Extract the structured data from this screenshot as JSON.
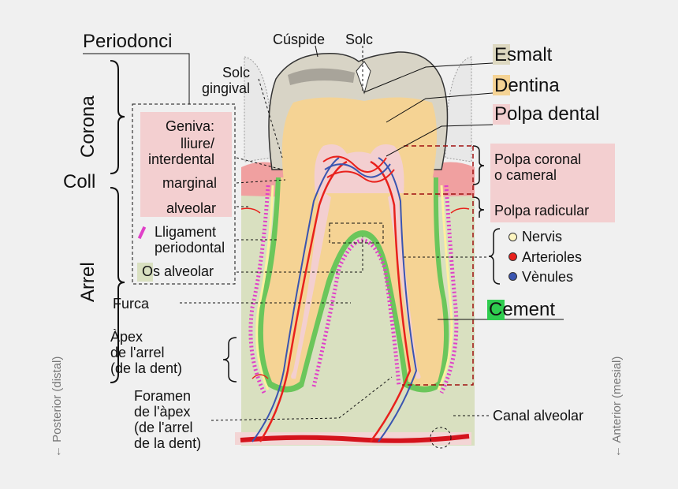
{
  "labels": {
    "periodonci": "Periodonci",
    "cuspide": "Cúspide",
    "solc": "Solc",
    "solc_gingival": "Solc\ngingival",
    "corona": "Corona",
    "coll": "Coll",
    "arrel": "Arrel",
    "geniva": "Geniva:",
    "lliure": "lliure/\ninterdental",
    "marginal": "marginal",
    "alveolar": "alveolar",
    "lligament": "Lligament\nperiodontal",
    "os_alveolar": "Os alveolar",
    "furca": "Furca",
    "apex": "Àpex\nde l'arrel\n(de la dent)",
    "foramen": "Foramen\nde l'àpex\n(de l'arrel\nde la dent)",
    "esmalt": "Esmalt",
    "dentina": "Dentina",
    "polpa_dental": "Polpa dental",
    "polpa_coronal": "Polpa coronal\no cameral",
    "polpa_radicular": "Polpa radicular",
    "nervis": "Nervis",
    "arterioles": "Arterioles",
    "venules": "Vènules",
    "cement": "Cement",
    "canal_alveolar": "Canal alveolar",
    "posterior": "← Posterior (distal)",
    "anterior": "← Anterior (mesial)"
  },
  "colors": {
    "enamel": "#d8d4c6",
    "enamel_swatch": "#ddd8c0",
    "dentin": "#f5d394",
    "pulp": "#f3cfd0",
    "cement": "#6bc65b",
    "bone": "#d9e0c0",
    "gum": "#f0a0a0",
    "nerve": "#fdf5c0",
    "artery": "#e8211c",
    "vein": "#3a55b0",
    "ligament": "#e040c8"
  }
}
